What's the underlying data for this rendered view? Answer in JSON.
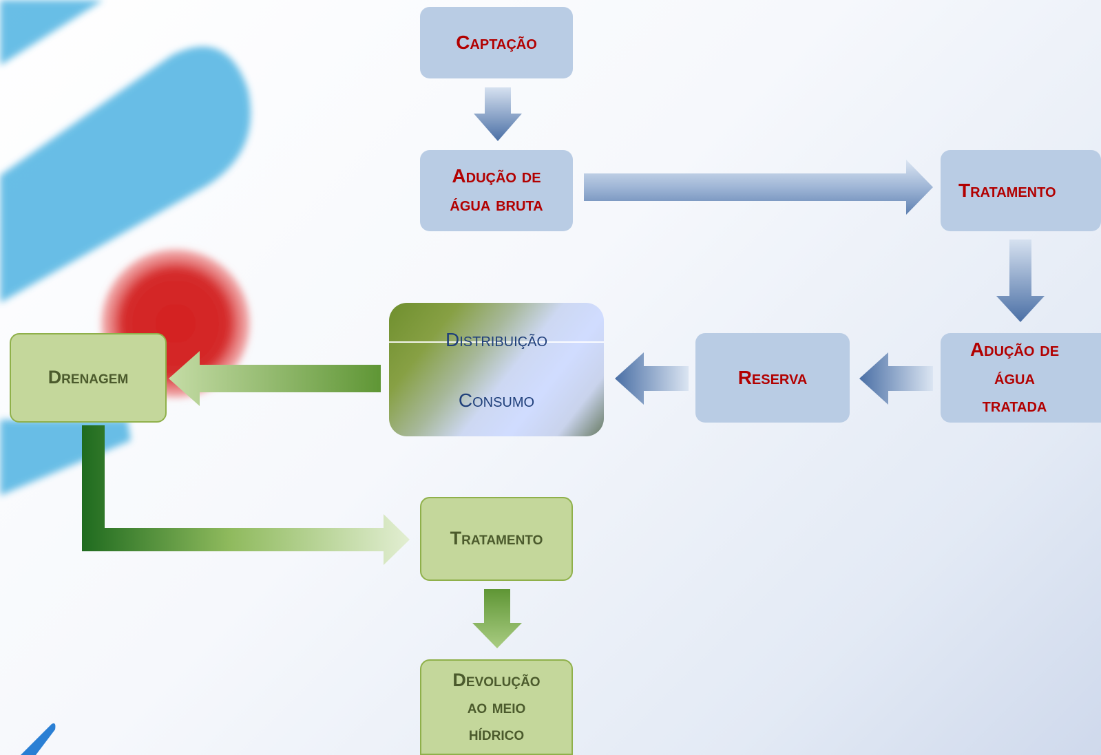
{
  "diagram": {
    "supply": {
      "captacao": "Captação",
      "aducao_bruta": [
        "Adução de",
        "água bruta"
      ],
      "tratamento": "Tratamento",
      "aducao_tratada": [
        "Adução de",
        "água",
        "tratada"
      ],
      "reserva": "Reserva"
    },
    "use": {
      "distribuicao": "Distribuição",
      "consumo": "Consumo"
    },
    "sewage": {
      "drenagem": "Drenagem",
      "tratamento": "Tratamento",
      "devolucao": [
        "Devolução",
        "ao meio",
        "hídrico"
      ]
    }
  },
  "colors": {
    "blue_box": "#b9cce4",
    "green_box": "#c4d79b",
    "supply_text": "#b20000",
    "sewage_text": "#4b5a2c"
  }
}
